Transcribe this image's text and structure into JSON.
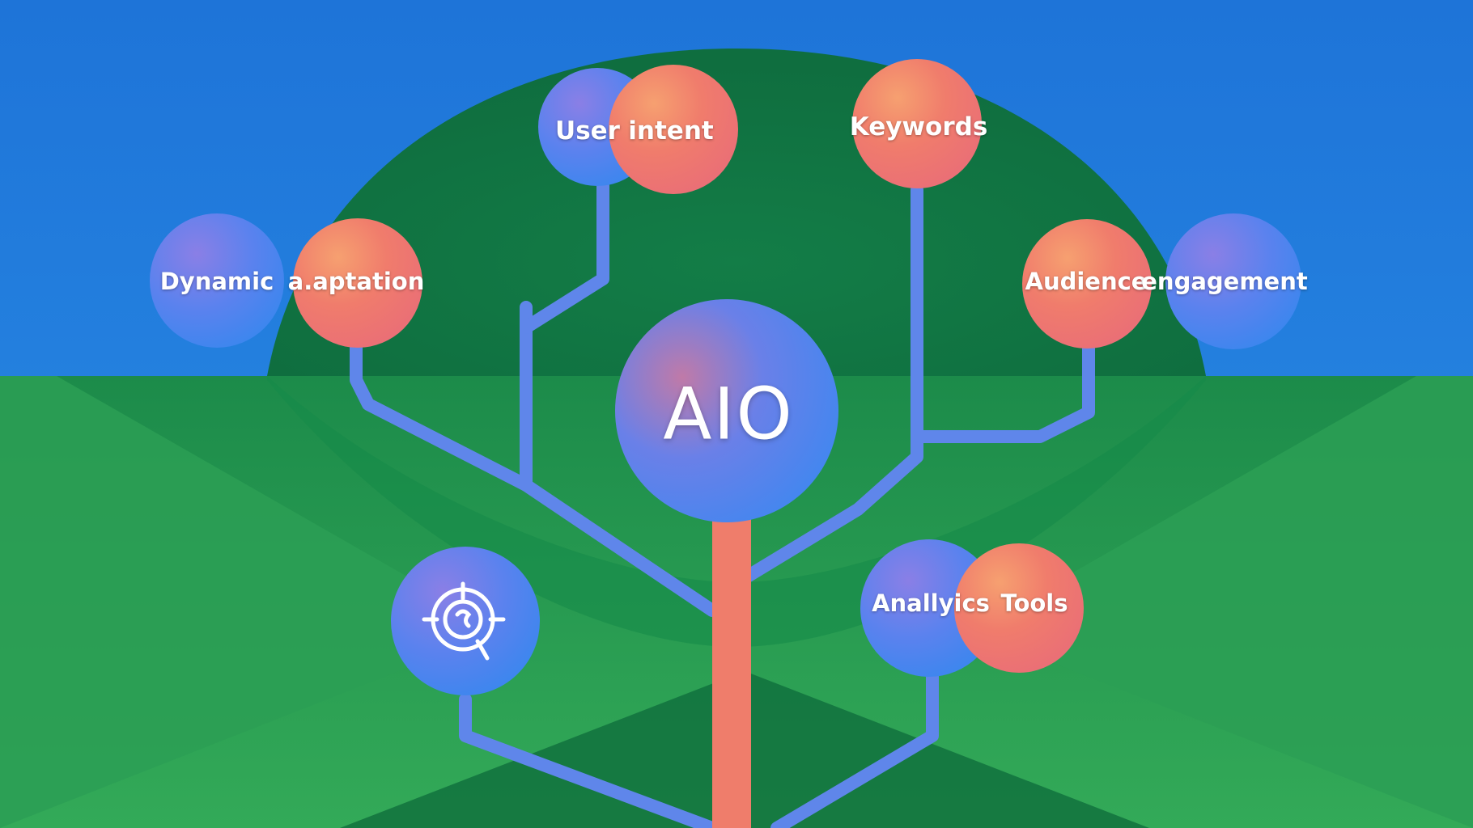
{
  "diagram": {
    "hub": {
      "label": "AIO"
    },
    "nodes": {
      "user": "User",
      "intent": "intent",
      "keywords": "Keywords",
      "dynamic": "Dynamic",
      "adaptation": "a.aptation",
      "audience": "Audience",
      "engagement": "engagement",
      "analytics": "Anallyics",
      "tools": "Tools"
    },
    "icons": {
      "search_target": "target-search-icon"
    }
  },
  "colors": {
    "sky": "#1f7ad6",
    "hill_dark": "#127a45",
    "field_light": "#2a9e55",
    "branch": "#5f86ea",
    "trunk": "#ef7d6b",
    "bubble_blue": "#4a82ee",
    "bubble_coral": "#f07a6e"
  }
}
